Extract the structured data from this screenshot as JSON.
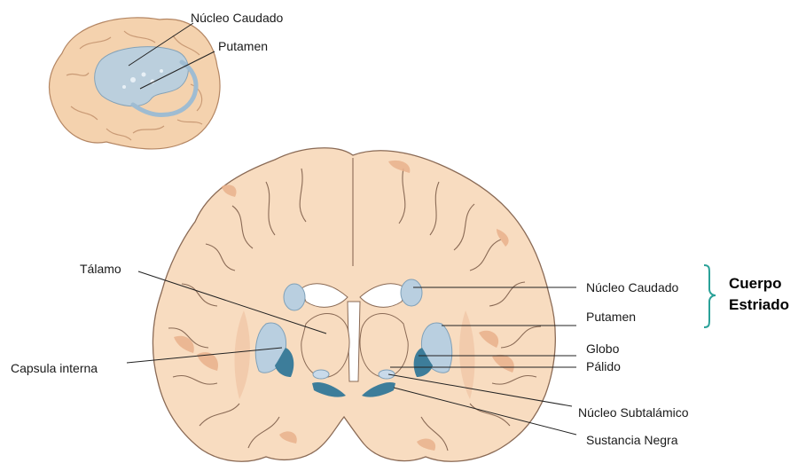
{
  "labels": {
    "inset_caudate": "Núcleo Caudado",
    "inset_putamen": "Putamen",
    "thalamus": "Tálamo",
    "internal_capsule": "Capsula interna",
    "caudate": "Núcleo Caudado",
    "putamen": "Putamen",
    "globus_line1": "Globo",
    "globus_line2": "Pálido",
    "subthalamic": "Núcleo Subtalámico",
    "substantia_nigra": "Sustancia Negra",
    "striatum_line1": "Cuerpo",
    "striatum_line2": "Estriado"
  },
  "colors": {
    "tissue": "#f8dcc0",
    "tissue_outline": "#8a6a55",
    "cortex": "#e9b18c",
    "inset_brain": "#f4d2ae",
    "light_nuclei": "#b9cfe0",
    "dark_nuclei": "#3d7d9a",
    "ventricle": "#ffffff",
    "bracket": "#2aa198"
  }
}
